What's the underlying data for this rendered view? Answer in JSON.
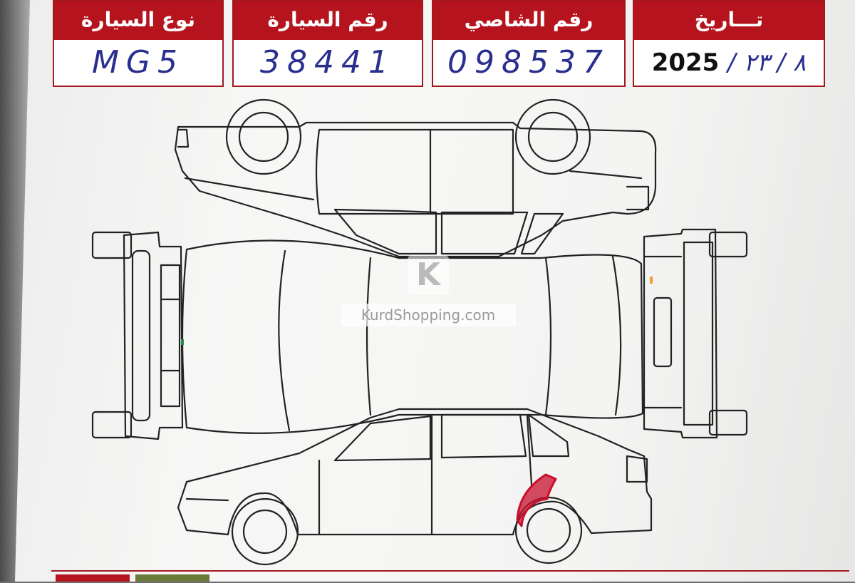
{
  "header": {
    "car_type_label": "نوع السيارة",
    "car_type_value": "MG5",
    "plate_label": "رقم السيارة",
    "plate_value": "38441",
    "chassis_label": "رقم الشاصي",
    "chassis_value": "098537",
    "date_label": "تـــاريخ",
    "date_year": "2025",
    "date_rest": "/ ٨ / ٢٣"
  },
  "watermark": {
    "logo": "K",
    "text": "KurdShopping.com"
  },
  "colors": {
    "header_red": "#b5141e",
    "ink_blue": "#2a2f8f",
    "damage_mark": "#c8102e"
  }
}
